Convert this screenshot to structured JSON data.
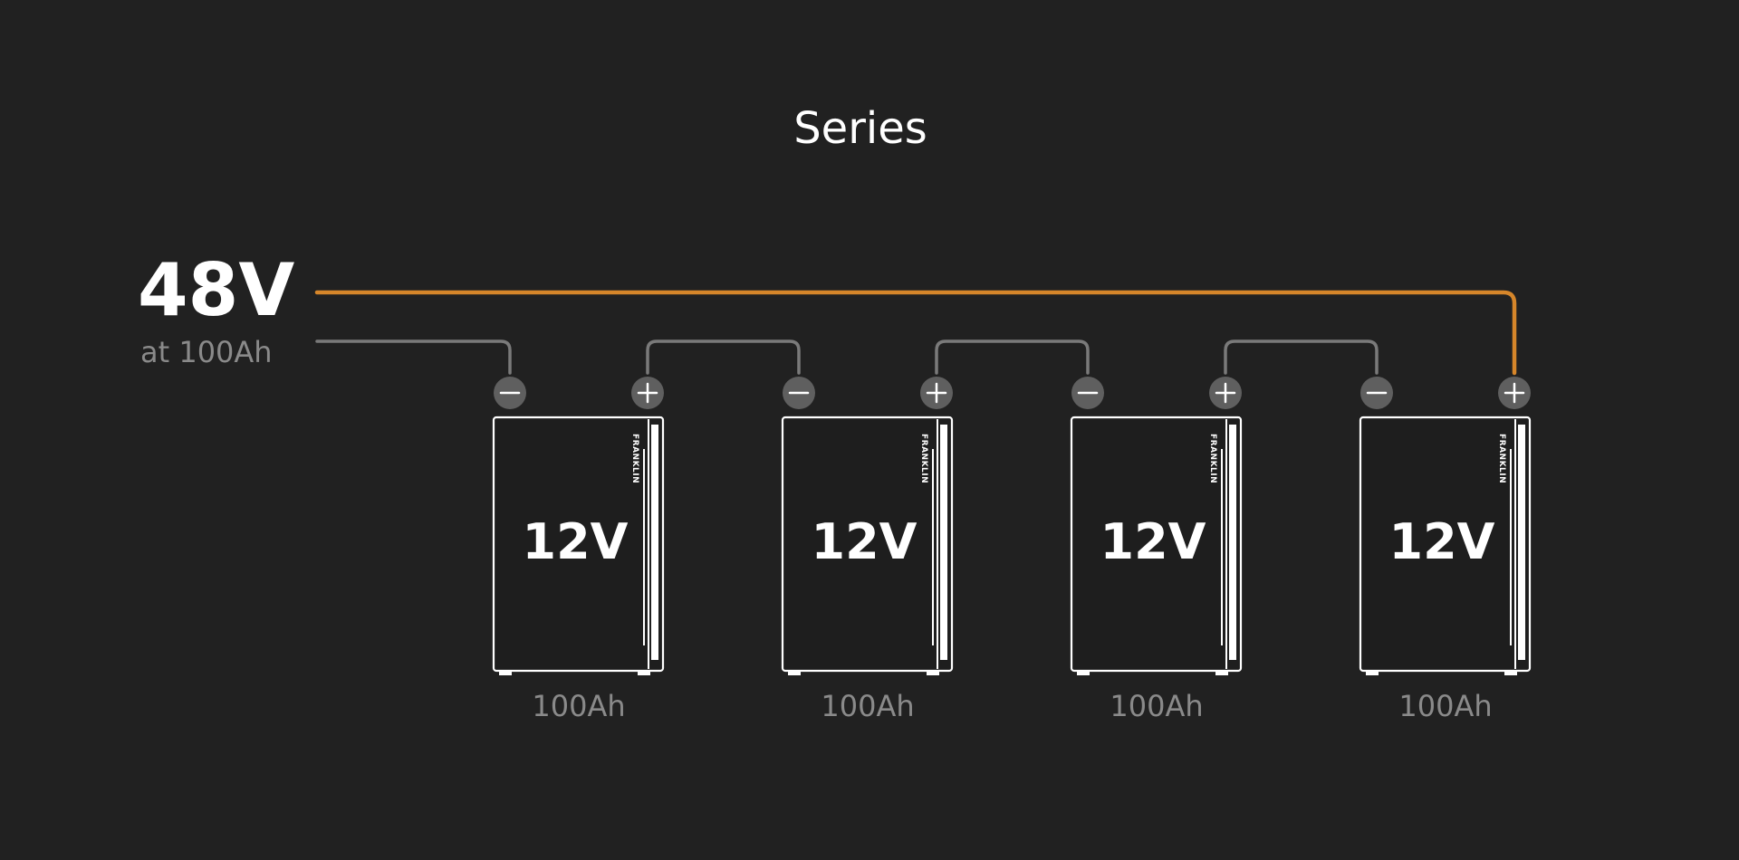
{
  "title": "Series",
  "total": {
    "voltage": "48V",
    "capacity": "at 100Ah"
  },
  "batteries": [
    {
      "voltage": "12V",
      "capacity": "100Ah",
      "brand": "FRANKLIN"
    },
    {
      "voltage": "12V",
      "capacity": "100Ah",
      "brand": "FRANKLIN"
    },
    {
      "voltage": "12V",
      "capacity": "100Ah",
      "brand": "FRANKLIN"
    },
    {
      "voltage": "12V",
      "capacity": "100Ah",
      "brand": "FRANKLIN"
    }
  ],
  "colors": {
    "background": "#212121",
    "main_wire": "#d6862a",
    "link_wire": "#7a7a7a",
    "terminal": "#5f5f5f"
  }
}
